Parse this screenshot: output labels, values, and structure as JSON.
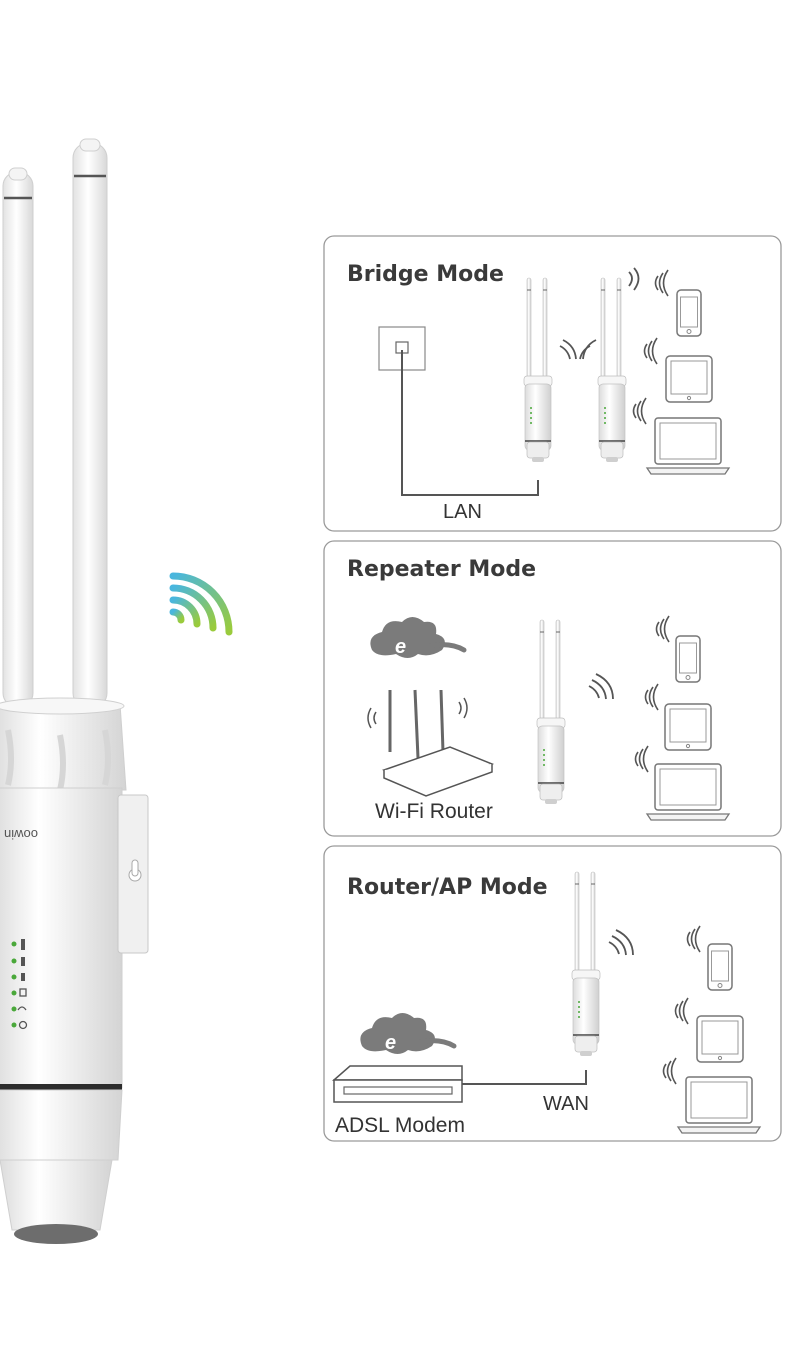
{
  "product": {
    "brand_text": "oowin"
  },
  "panels": [
    {
      "title": "Bridge Mode",
      "labels": {
        "link": "LAN"
      }
    },
    {
      "title": "Repeater Mode",
      "labels": {
        "router": "Wi-Fi Router"
      }
    },
    {
      "title": "Router/AP Mode",
      "labels": {
        "modem": "ADSL Modem",
        "link": "WAN"
      }
    }
  ],
  "colors": {
    "panel_border": "#9a9a9a",
    "device_body": "#f4f4f4",
    "line": "#555555",
    "wifi_blue": "#49b6de",
    "wifi_green": "#9acb3c",
    "led_green": "#4aa83a"
  },
  "icons": [
    "wifi-waves-icon",
    "wall-socket-icon",
    "cloud-internet-icon",
    "phone-icon",
    "tablet-icon",
    "laptop-icon",
    "router-icon",
    "modem-icon",
    "repeater-device-icon"
  ]
}
